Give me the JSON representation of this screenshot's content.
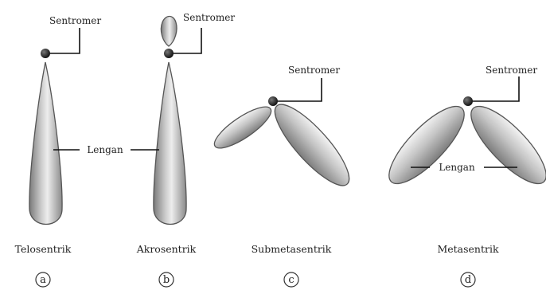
{
  "labels": {
    "centromere": "Sentromer",
    "arm": "Lengan"
  },
  "chromosomes": [
    {
      "name": "Telosentrik",
      "letter": "a"
    },
    {
      "name": "Akrosentrik",
      "letter": "b"
    },
    {
      "name": "Submetasentrik",
      "letter": "c"
    },
    {
      "name": "Metasentrik",
      "letter": "d"
    }
  ],
  "colors": {
    "arm_light": "#f2f2f2",
    "arm_mid": "#b8b8b8",
    "arm_dark": "#6a6a6a",
    "centromere": "#1a1a1a"
  }
}
